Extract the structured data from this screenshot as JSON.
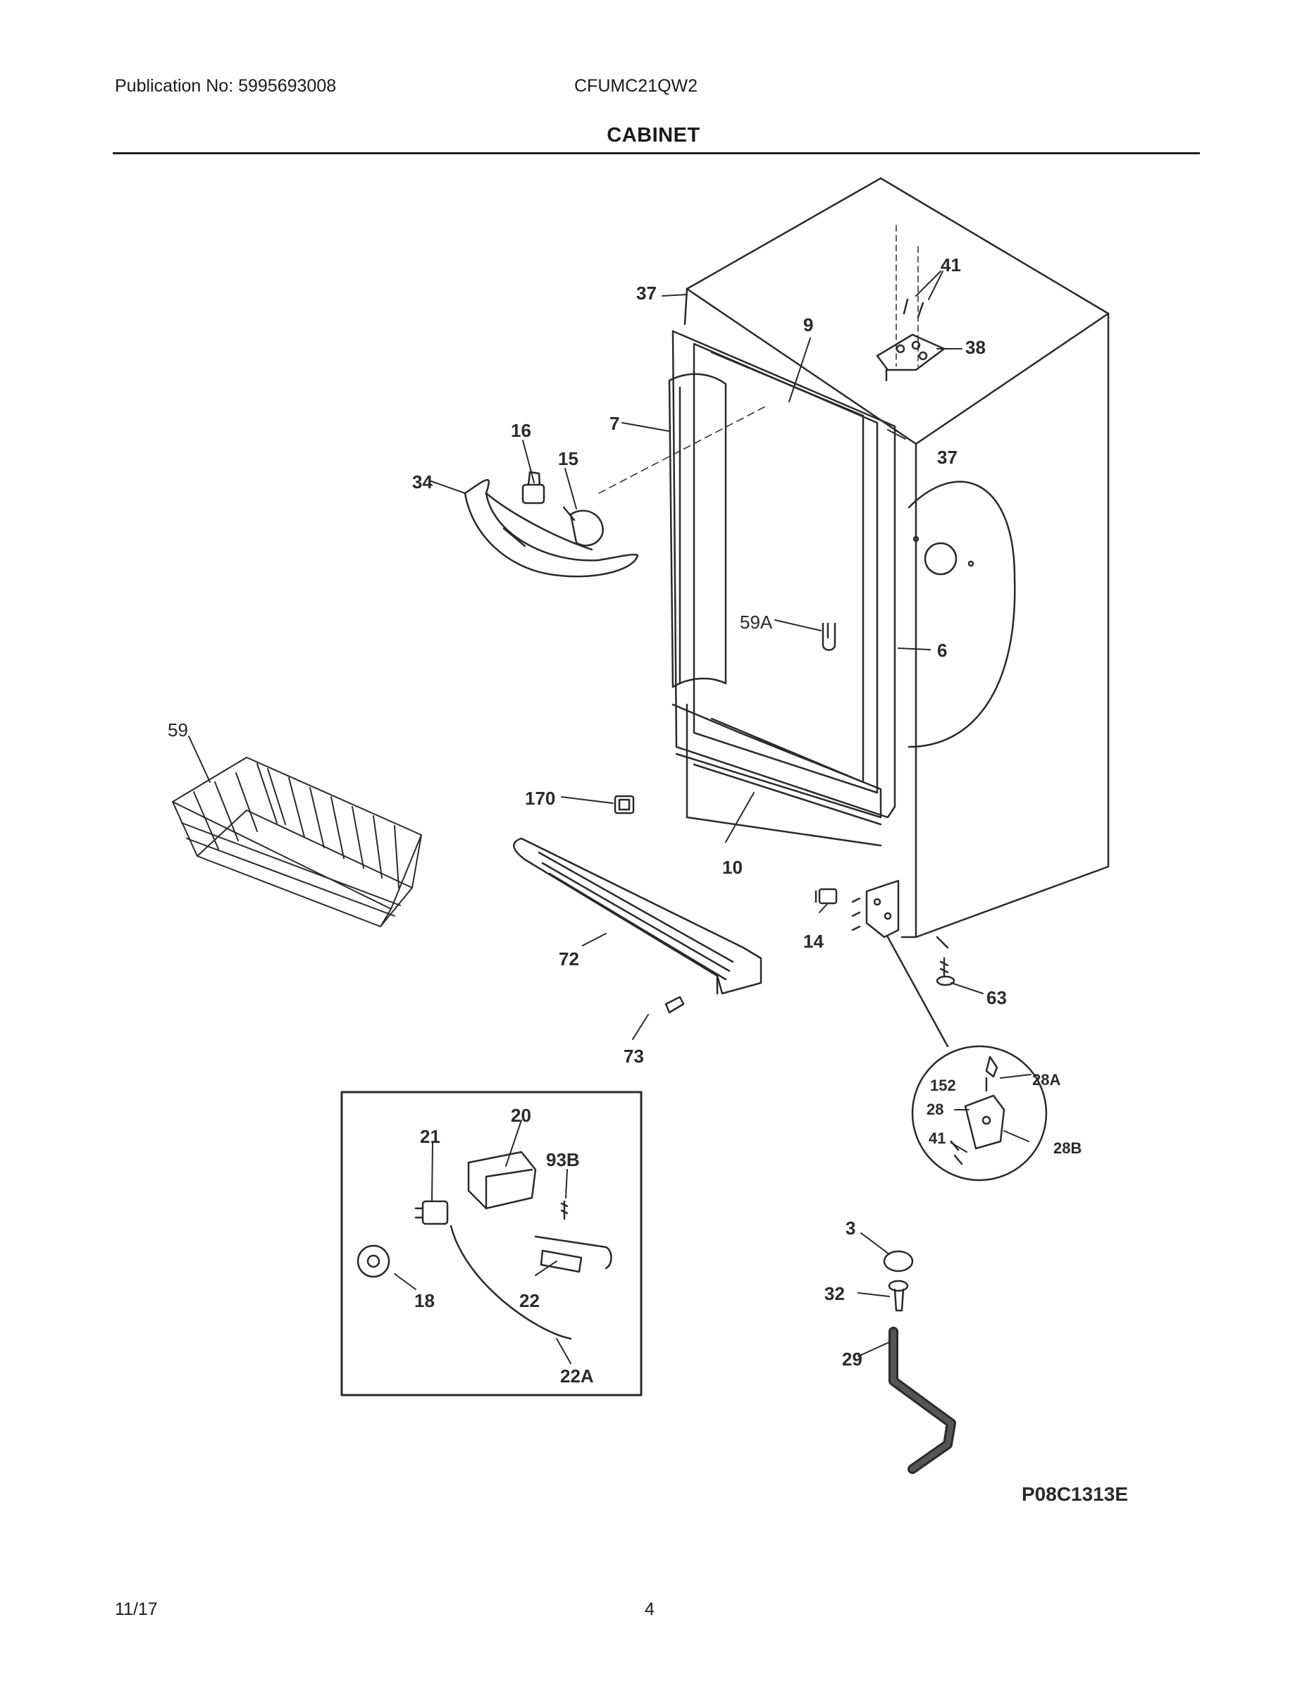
{
  "header": {
    "publication": "Publication No: 5995693008",
    "model": "CFUMC21QW2",
    "title": "CABINET"
  },
  "diagram": {
    "code": "P08C1313E",
    "callouts": [
      "37",
      "41",
      "9",
      "38",
      "7",
      "16",
      "15",
      "37",
      "34",
      "59A",
      "6",
      "59",
      "170",
      "10",
      "14",
      "72",
      "63",
      "73",
      "152",
      "28A",
      "28",
      "41",
      "28B",
      "20",
      "21",
      "93B",
      "18",
      "22",
      "22A",
      "3",
      "32",
      "29"
    ]
  },
  "footer": {
    "date": "11/17",
    "page": "4"
  }
}
